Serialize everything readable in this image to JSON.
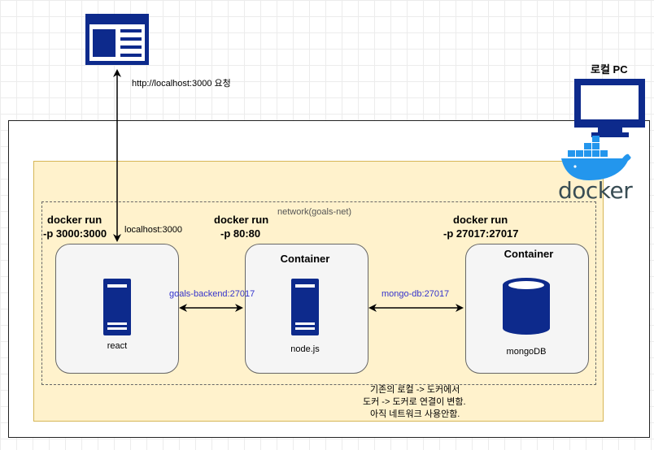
{
  "local_pc": {
    "title": "로컬 PC"
  },
  "docker": {
    "logo_text": "docker"
  },
  "browser": {
    "request_label": "http://localhost:3000 요청"
  },
  "network": {
    "label": "network(goals-net)"
  },
  "run_commands": {
    "react": {
      "line1": "docker run",
      "line2": "-p 3000:3000"
    },
    "node": {
      "line1": "docker run",
      "line2": "-p 80:80"
    },
    "mongo": {
      "line1": "docker run",
      "line2": "-p 27017:27017"
    }
  },
  "containers": {
    "react": {
      "inner_label": "localhost:3000",
      "name": "react"
    },
    "node": {
      "title": "Container",
      "name": "node.js"
    },
    "mongo": {
      "title": "Container",
      "name": "mongoDB"
    }
  },
  "connections": {
    "react_node": "goals-backend:27017",
    "node_mongo": "mongo-db:27017"
  },
  "note": {
    "line1": "기존의 로컬 -> 도커에서",
    "line2": "도커 -> 도커로 연결이 변함.",
    "line3": "아직 네트워크 사용안함."
  },
  "colors": {
    "server_blue": "#0d2a8c",
    "docker_blue": "#2396ed",
    "docker_text": "#394d54",
    "zone_fill": "#fff2cc",
    "zone_border": "#d6b656",
    "link_blue": "#3333cc"
  },
  "icons": [
    "browser-window-icon",
    "monitor-icon",
    "docker-whale-icon",
    "server-icon",
    "database-icon"
  ]
}
